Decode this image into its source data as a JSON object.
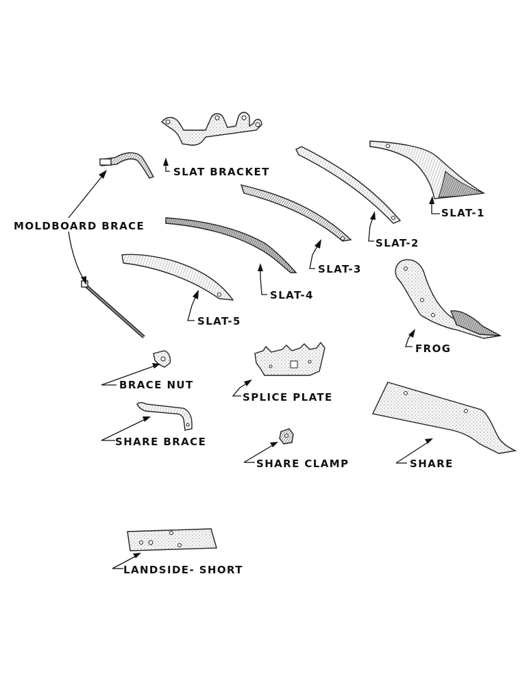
{
  "parts": {
    "slat_bracket": "SLAT BRACKET",
    "moldboard_brace": "MOLDBOARD BRACE",
    "slat_1": "SLAT-1",
    "slat_2": "SLAT-2",
    "slat_3": "SLAT-3",
    "slat_4": "SLAT-4",
    "slat_5": "SLAT-5",
    "frog": "FROG",
    "brace_nut": "BRACE NUT",
    "splice_plate": "SPLICE PLATE",
    "share_brace": "SHARE BRACE",
    "share_clamp": "SHARE CLAMP",
    "share": "SHARE",
    "landside_short": "LANDSIDE- SHORT"
  }
}
